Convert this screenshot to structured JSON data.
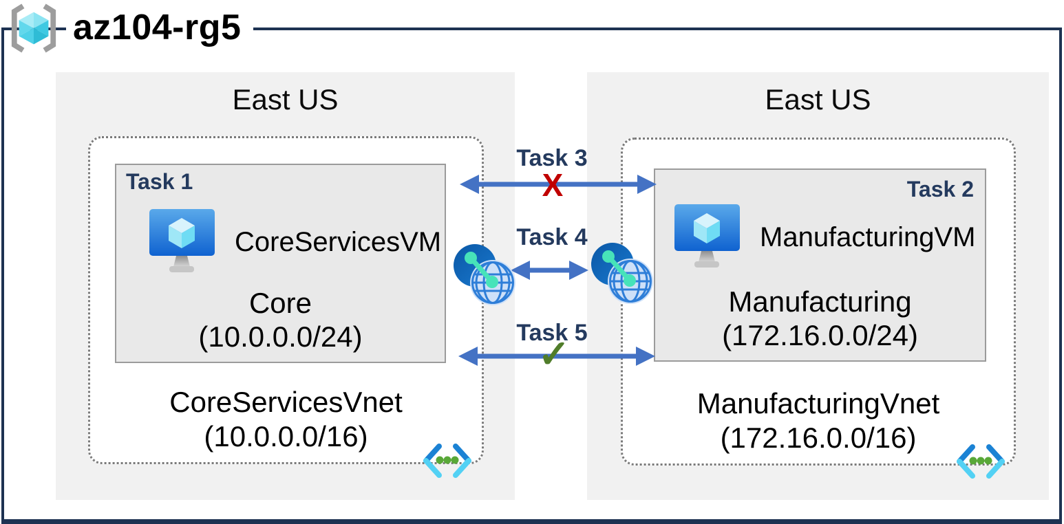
{
  "title": "az104-rg5",
  "regions": [
    {
      "name": "East US",
      "vnet": {
        "name": "CoreServicesVnet",
        "cidr": "(10.0.0.0/16)",
        "subnet": {
          "task": "Task 1",
          "vm": "CoreServicesVM",
          "name": "Core",
          "cidr": "(10.0.0.0/24)"
        }
      }
    },
    {
      "name": "East US",
      "vnet": {
        "name": "ManufacturingVnet",
        "cidr": "(172.16.0.0/16)",
        "subnet": {
          "task": "Task 2",
          "vm": "ManufacturingVM",
          "name": "Manufacturing",
          "cidr": "(172.16.0.0/24)"
        }
      }
    }
  ],
  "connections": [
    {
      "label": "Task 3",
      "marker": "X"
    },
    {
      "label": "Task 4",
      "marker": ""
    },
    {
      "label": "Task 5",
      "marker": "✓"
    }
  ],
  "icons": {
    "resource_group": "resource-group-icon",
    "virtual_machine": "virtual-machine-icon",
    "vnet_peering": "vnet-peering-icon",
    "virtual_network": "virtual-network-icon"
  },
  "colors": {
    "frame": "#1d3252",
    "region_fill": "#f1f1f1",
    "vnet_fill": "#ffffff",
    "subnet_fill": "#e9e9e9",
    "arrow": "#4472c4",
    "task_label": "#243a5e",
    "blocked_x": "#c00000",
    "allowed_check": "#507d2a"
  }
}
